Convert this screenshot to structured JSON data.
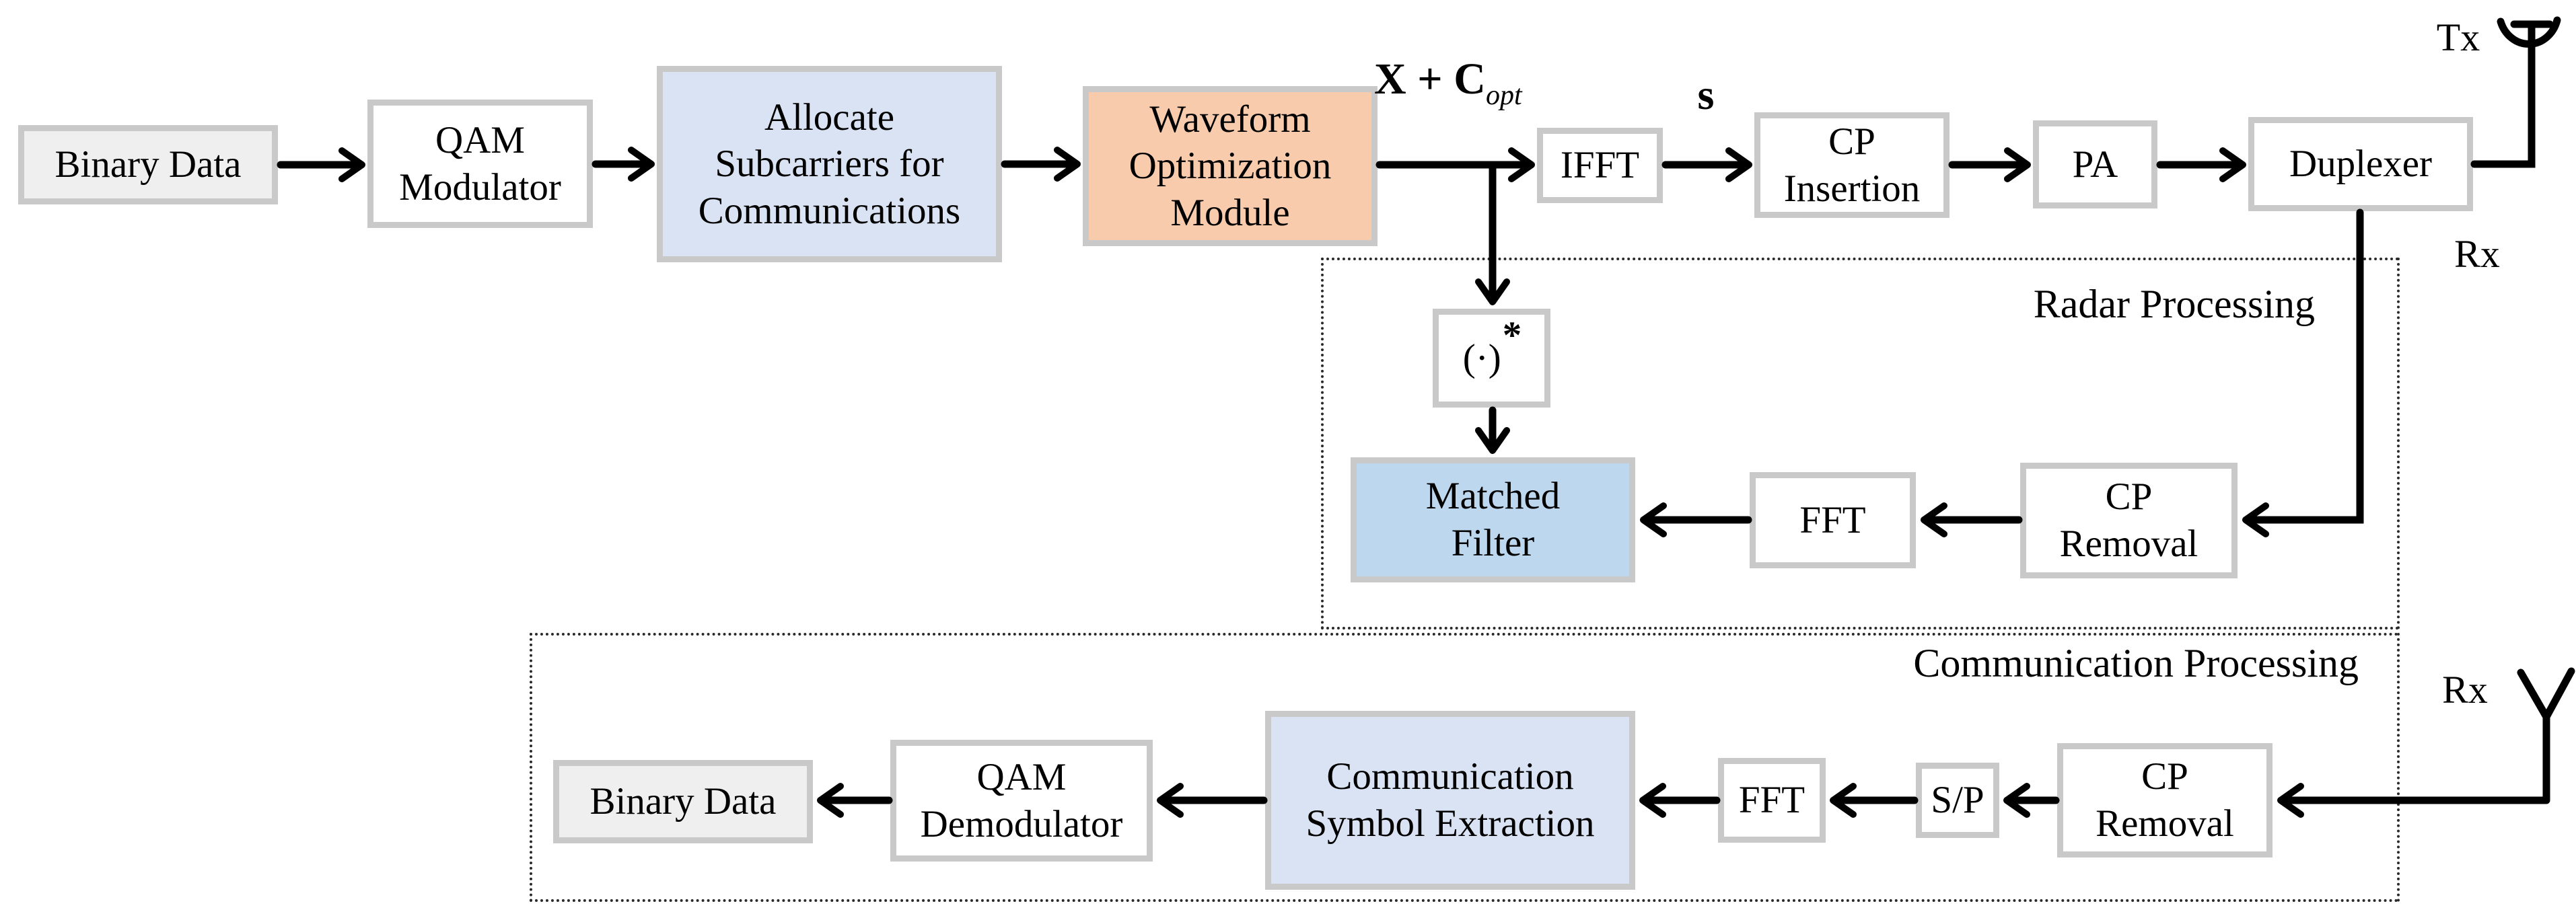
{
  "figure_labels": {
    "radar_section": "Radar Processing",
    "comm_section": "Communication Processing"
  },
  "boxes": {
    "binary_data_top": "Binary Data",
    "qam_modulator": "QAM\nModulator",
    "allocate_subcarriers": "Allocate\nSubcarriers for\nCommunications",
    "waveform_optimization": "Waveform\nOptimization\nModule",
    "ifft": "IFFT",
    "cp_insertion": "CP\nInsertion",
    "pa": "PA",
    "duplexer": "Duplexer",
    "matched_filter": "Matched\nFilter",
    "fft_radar": "FFT",
    "cp_removal_radar": "CP\nRemoval",
    "binary_data_bottom": "Binary Data",
    "qam_demodulator": "QAM\nDemodulator",
    "comm_symbol_extraction": "Communication\nSymbol Extraction",
    "fft_comm": "FFT",
    "serial_to_parallel": "S/P",
    "cp_removal_comm": "CP\nRemoval"
  },
  "math": {
    "x_plus_c_main": "X + C",
    "x_plus_c_sub": "opt",
    "s_symbol": "s",
    "conjugate_main": "(·)",
    "conjugate_sup": "*"
  },
  "signal_labels": {
    "tx": "Tx",
    "rx_radar": "Rx",
    "rx_comm": "Rx"
  },
  "colors": {
    "lavender_fill": "#dae3f3",
    "orange_fill": "#f8cbad",
    "blue_fill": "#bdd7ee",
    "gray_fill": "#efefef",
    "box_border": "#c9c9c9",
    "line_black": "#000000"
  }
}
